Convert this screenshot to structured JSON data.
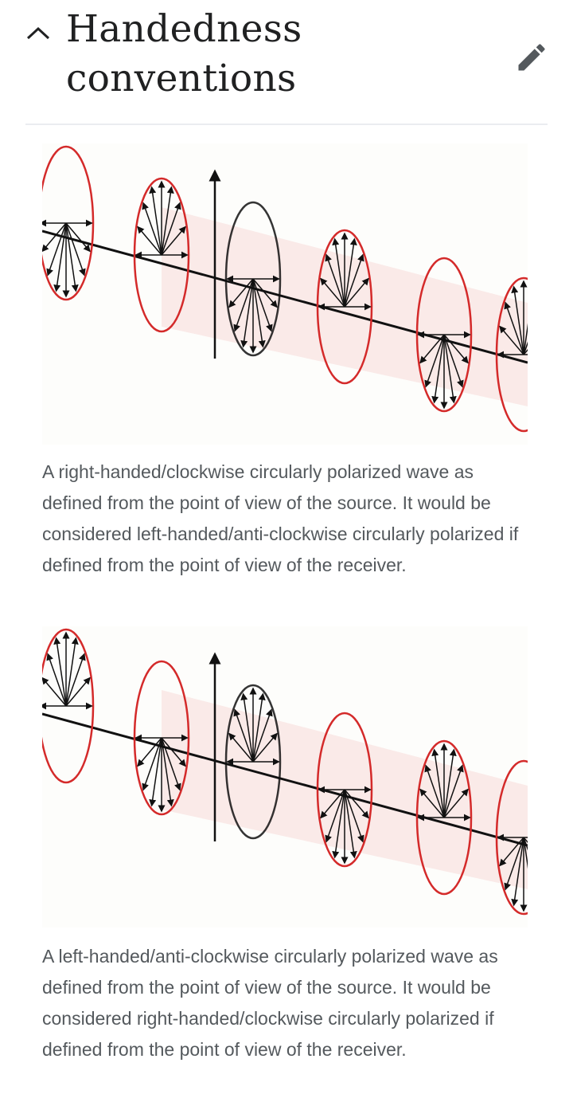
{
  "section": {
    "title_line1": "Handedness",
    "title_line2": "conventions",
    "collapse_icon": "chevron-up-icon",
    "edit_icon": "pencil-icon"
  },
  "figures": [
    {
      "image": "right-handed-circular-polarization-diagram",
      "caption": "A right-handed/clockwise circularly polarized wave as defined from the point of view of the source. It would be considered left-handed/anti-clockwise circularly polarized if defined from the point of view of the receiver."
    },
    {
      "image": "left-handed-circular-polarization-diagram",
      "caption": "A left-handed/anti-clockwise circularly polarized wave as defined from the point of view of the source. It would be considered right-handed/clockwise circularly polarized if defined from the point of view of the receiver."
    }
  ],
  "colors": {
    "helix_red": "#d42a2a",
    "arrow_black": "#111111",
    "caption_text": "#54595d",
    "heading_text": "#202122"
  }
}
